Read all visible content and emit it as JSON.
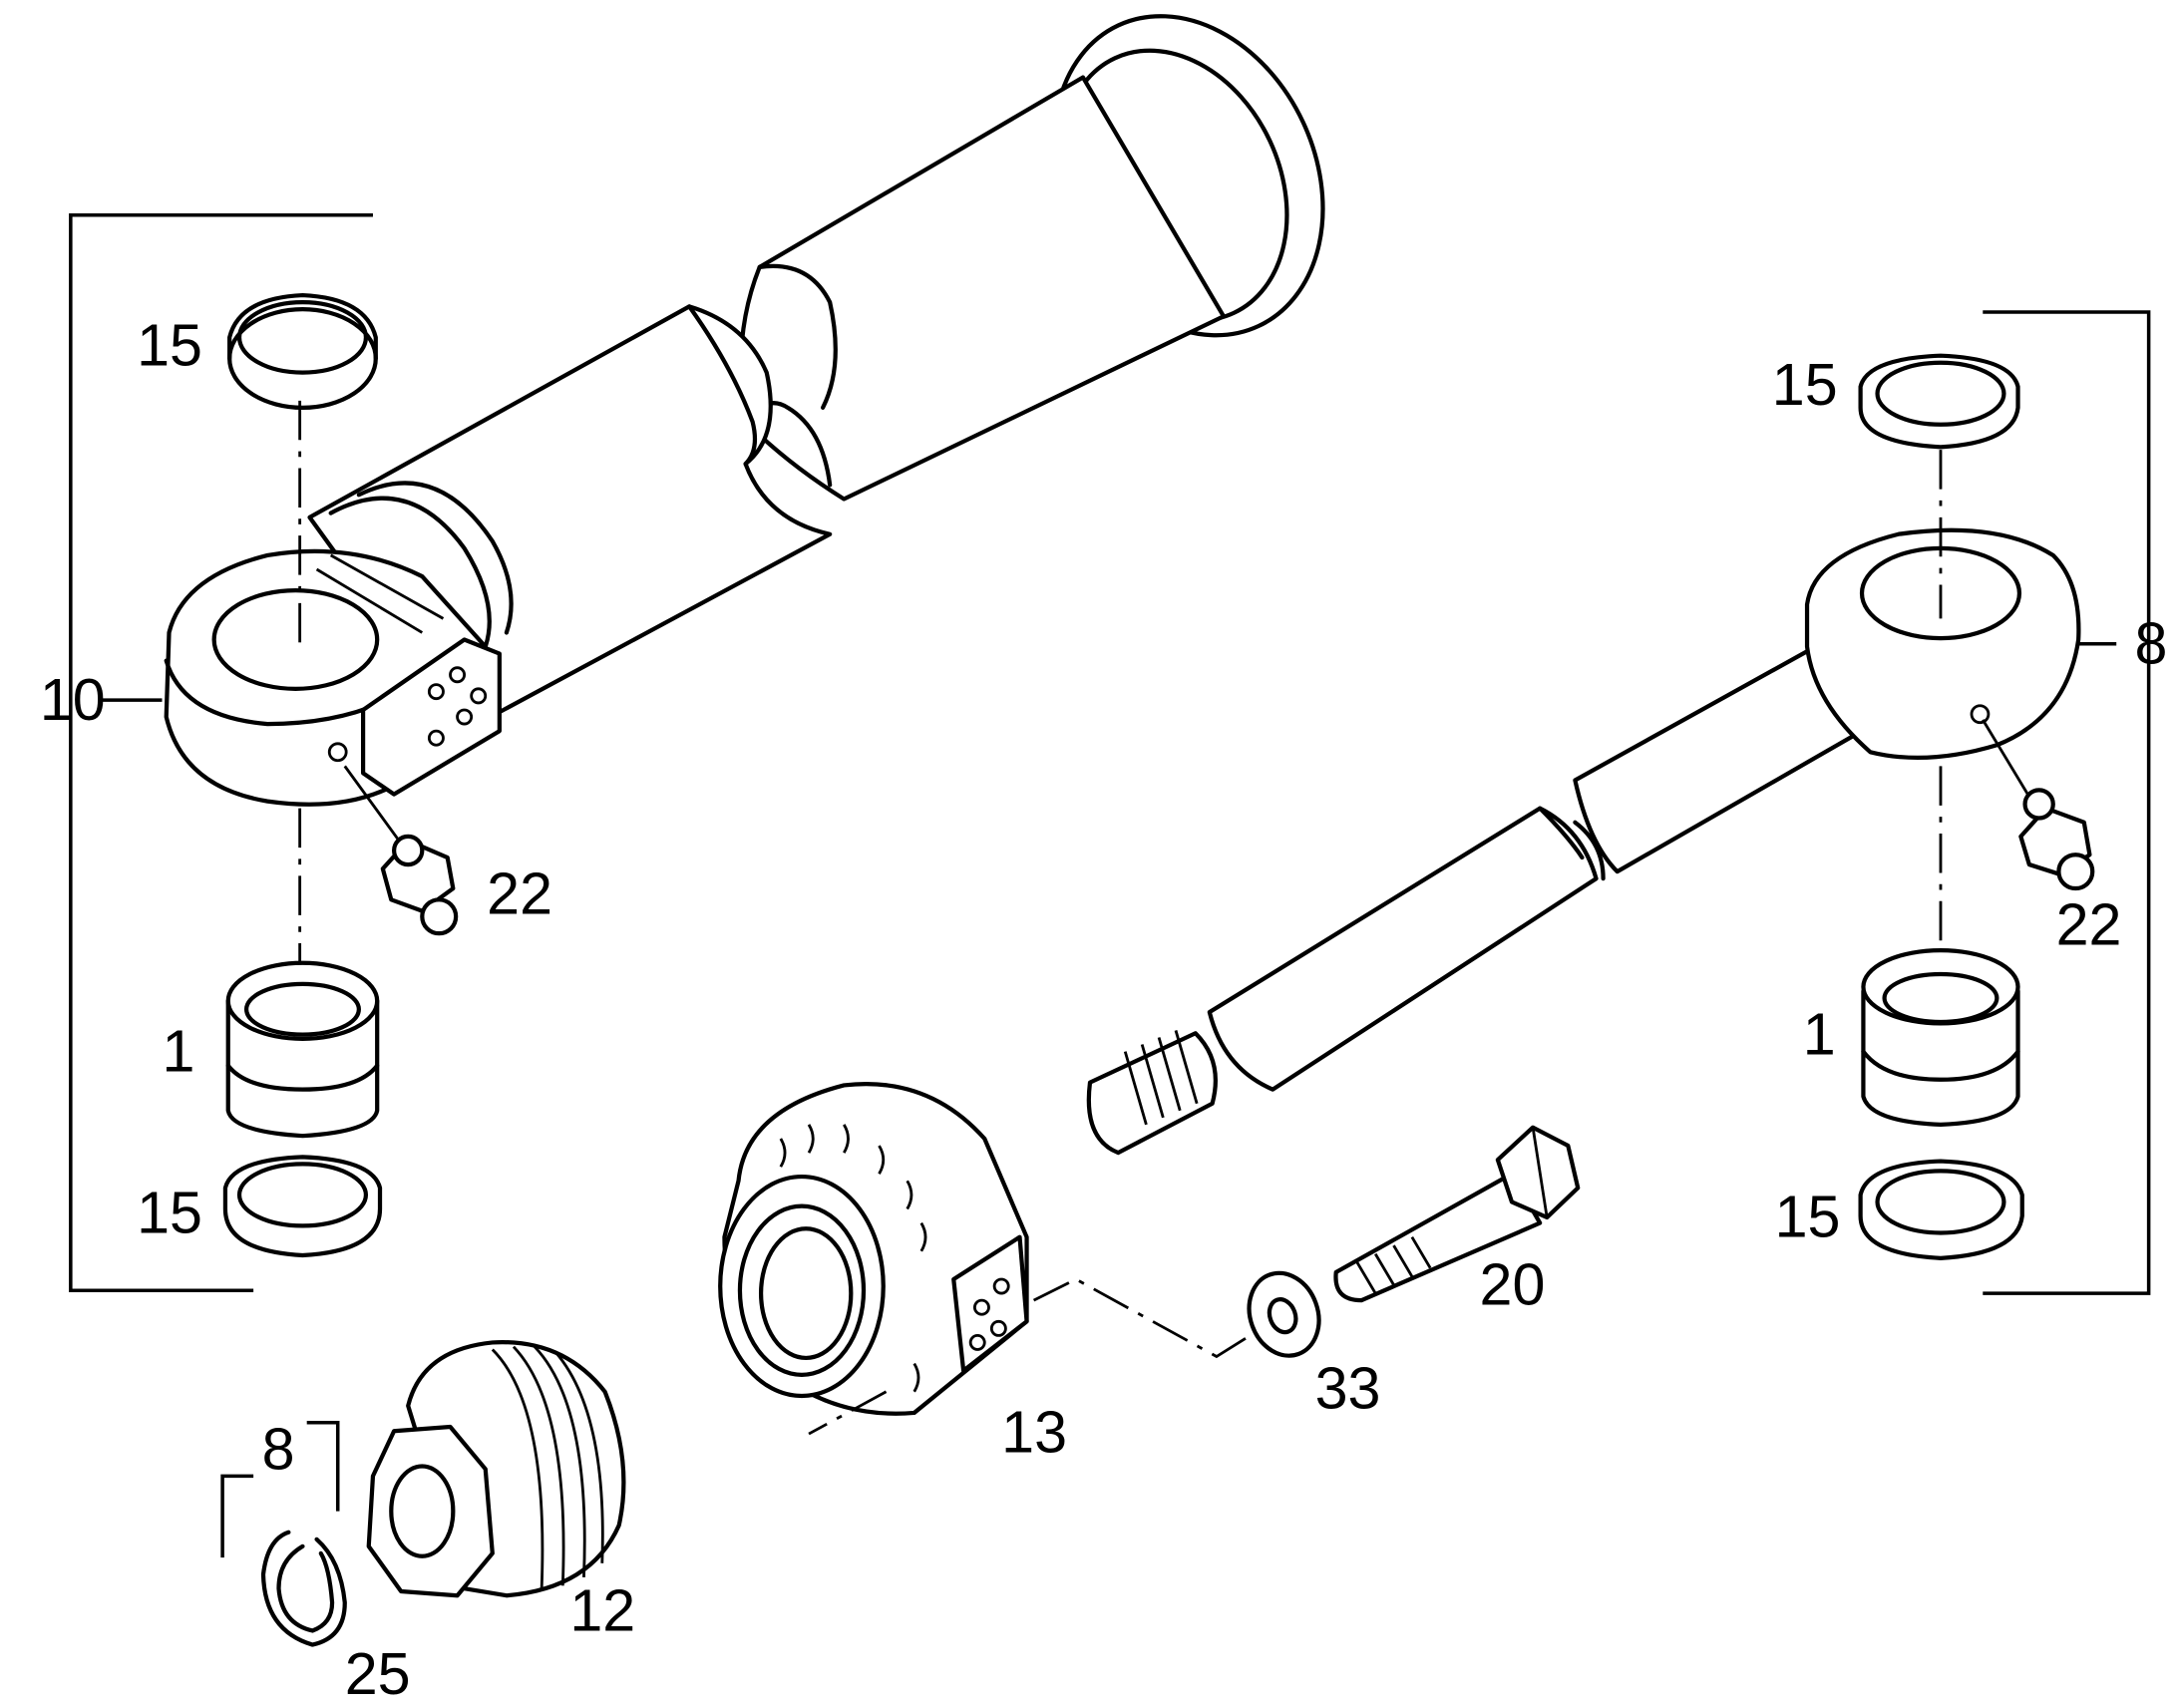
{
  "callouts": {
    "left_assembly": "10",
    "left_top_ring": "15",
    "left_bushing": "1",
    "left_bottom_ring": "15",
    "left_grease_nipple": "22",
    "right_assembly": "8",
    "right_top_ring": "15",
    "right_bushing": "1",
    "right_bottom_ring": "15",
    "right_grease_nipple": "22",
    "piston_nut": "12",
    "circlip_group": "8",
    "circlip": "25",
    "cylinder_head": "13",
    "washer": "33",
    "bolt": "20"
  }
}
